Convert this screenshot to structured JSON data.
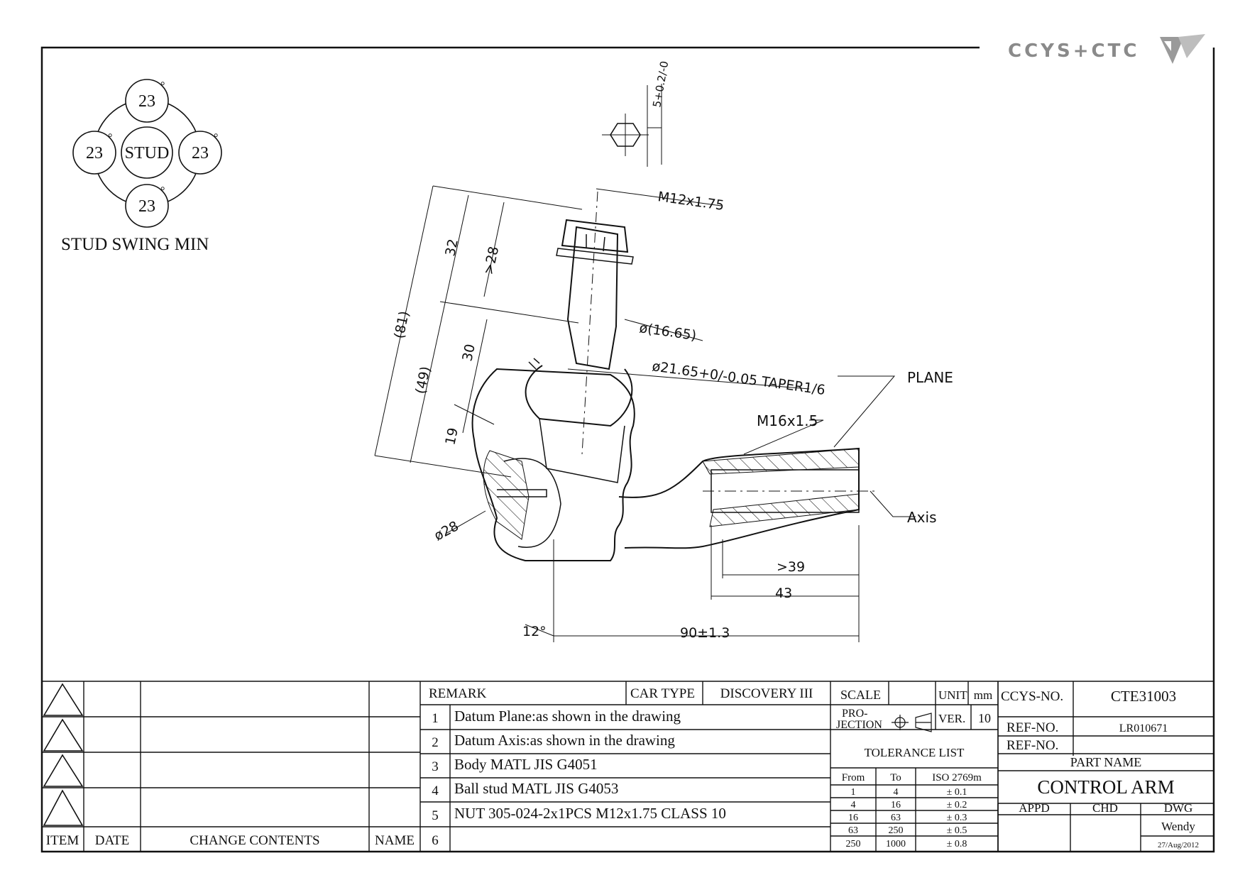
{
  "brand": {
    "logo_text": "CCYS+CTC"
  },
  "swing": {
    "center_label": "STUD",
    "angles": [
      "23",
      "23",
      "23",
      "23"
    ],
    "degree_mark": "°",
    "caption": "STUD SWING MIN"
  },
  "dimensions": {
    "nut_thickness": "5+0.2/-0",
    "thread_top": "M12x1.75",
    "len_32": "32",
    "len_28": ">28",
    "len_81": "(81)",
    "len_49": "(49)",
    "len_30": "30",
    "len_19": "19",
    "dia_1665": "ø(16.65)",
    "taper": "ø21.65+0/-0.05 TAPER1/6",
    "dia_28": "ø28",
    "plane": "PLANE",
    "thread_side": "M16x1.5",
    "axis": "Axis",
    "len_39": ">39",
    "len_43": "43",
    "len_90": "90±1.3",
    "angle_12": "12°"
  },
  "revision_table": {
    "headers": {
      "item": "ITEM",
      "date": "DATE",
      "change": "CHANGE CONTENTS",
      "name": "NAME"
    }
  },
  "remarks": {
    "header": "REMARK",
    "car_type_label": "CAR TYPE",
    "car_type": "DISCOVERY III",
    "items": [
      {
        "no": "1",
        "text": "Datum Plane:as shown in the drawing"
      },
      {
        "no": "2",
        "text": "Datum Axis:as shown in the drawing"
      },
      {
        "no": "3",
        "text": "Body MATL JIS G4051"
      },
      {
        "no": "4",
        "text": "Ball stud MATL JIS G4053"
      },
      {
        "no": "5",
        "text": "NUT 305-024-2x1PCS M12x1.75 CLASS 10"
      },
      {
        "no": "6",
        "text": ""
      }
    ]
  },
  "scale_block": {
    "scale_label": "SCALE",
    "scale_value": "",
    "unit_label": "UNIT",
    "unit_value": "mm",
    "projection_label_1": "PRO-",
    "projection_label_2": "JECTION",
    "ver_label": "VER.",
    "ver_value": "10",
    "tolerance_title": "TOLERANCE LIST",
    "tol_headers": {
      "from": "From",
      "to": "To",
      "iso": "ISO 2769m"
    },
    "tol_rows": [
      {
        "from": "1",
        "to": "4",
        "tol": "± 0.1"
      },
      {
        "from": "4",
        "to": "16",
        "tol": "± 0.2"
      },
      {
        "from": "16",
        "to": "63",
        "tol": "± 0.3"
      },
      {
        "from": "63",
        "to": "250",
        "tol": "± 0.5"
      },
      {
        "from": "250",
        "to": "1000",
        "tol": "± 0.8"
      }
    ]
  },
  "title_block": {
    "ccys_label": "CCYS-NO.",
    "ccys_value": "CTE31003",
    "ref1_label": "REF-NO.",
    "ref1_value": "LR010671",
    "ref2_label": "REF-NO.",
    "ref2_value": "",
    "part_name_label": "PART NAME",
    "part_name": "CONTROL ARM",
    "appd": "APPD",
    "chd": "CHD",
    "dwg": "DWG",
    "drawer": "Wendy",
    "date": "27/Aug/2012"
  }
}
